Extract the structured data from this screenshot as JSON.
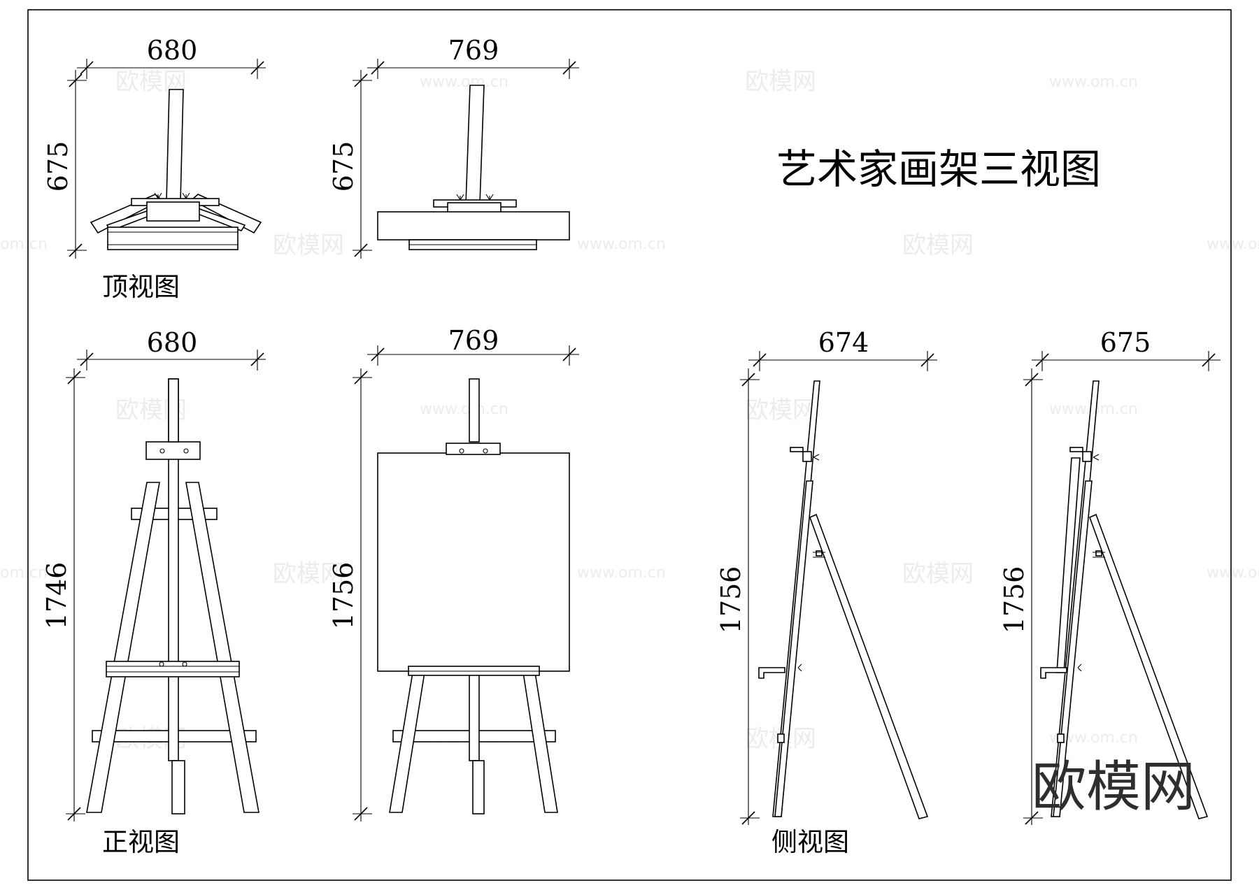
{
  "title": "艺术家画架三视图",
  "views": {
    "top": {
      "label": "顶视图",
      "left": {
        "width": "680",
        "depth": "675"
      },
      "right": {
        "width": "769",
        "depth": "675"
      }
    },
    "front": {
      "label": "正视图",
      "left": {
        "width": "680",
        "height": "1746"
      },
      "right": {
        "width": "769",
        "height": "1756"
      }
    },
    "side": {
      "label": "侧视图",
      "left": {
        "width": "674",
        "height": "1756"
      },
      "right": {
        "width": "675",
        "height": "1756"
      }
    }
  },
  "watermark": {
    "brand": "欧模网",
    "url": "www.om.cn",
    "url_short": "om.cn"
  }
}
